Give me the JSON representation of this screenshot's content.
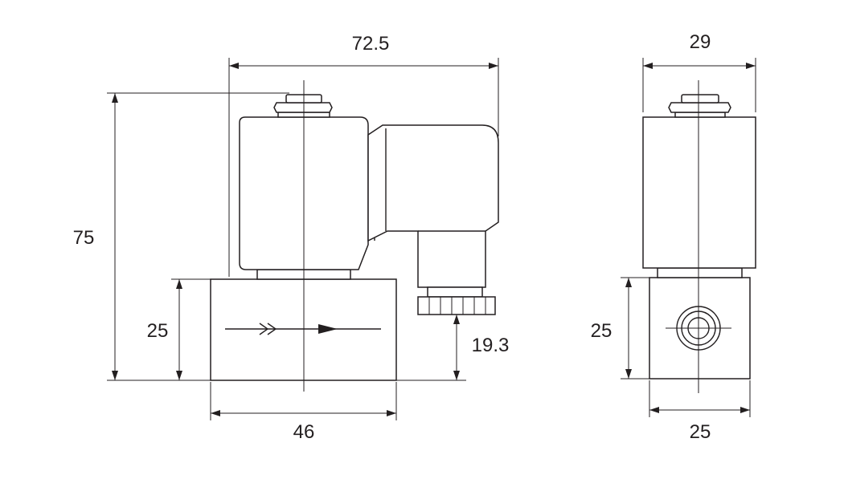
{
  "dimensions": {
    "front_width_overall": "72.5",
    "front_height_overall": "75",
    "front_body_height": "25",
    "front_connector_height": "19.3",
    "front_body_width": "46",
    "side_coil_width": "29",
    "side_body_height": "25",
    "side_body_width": "25"
  }
}
